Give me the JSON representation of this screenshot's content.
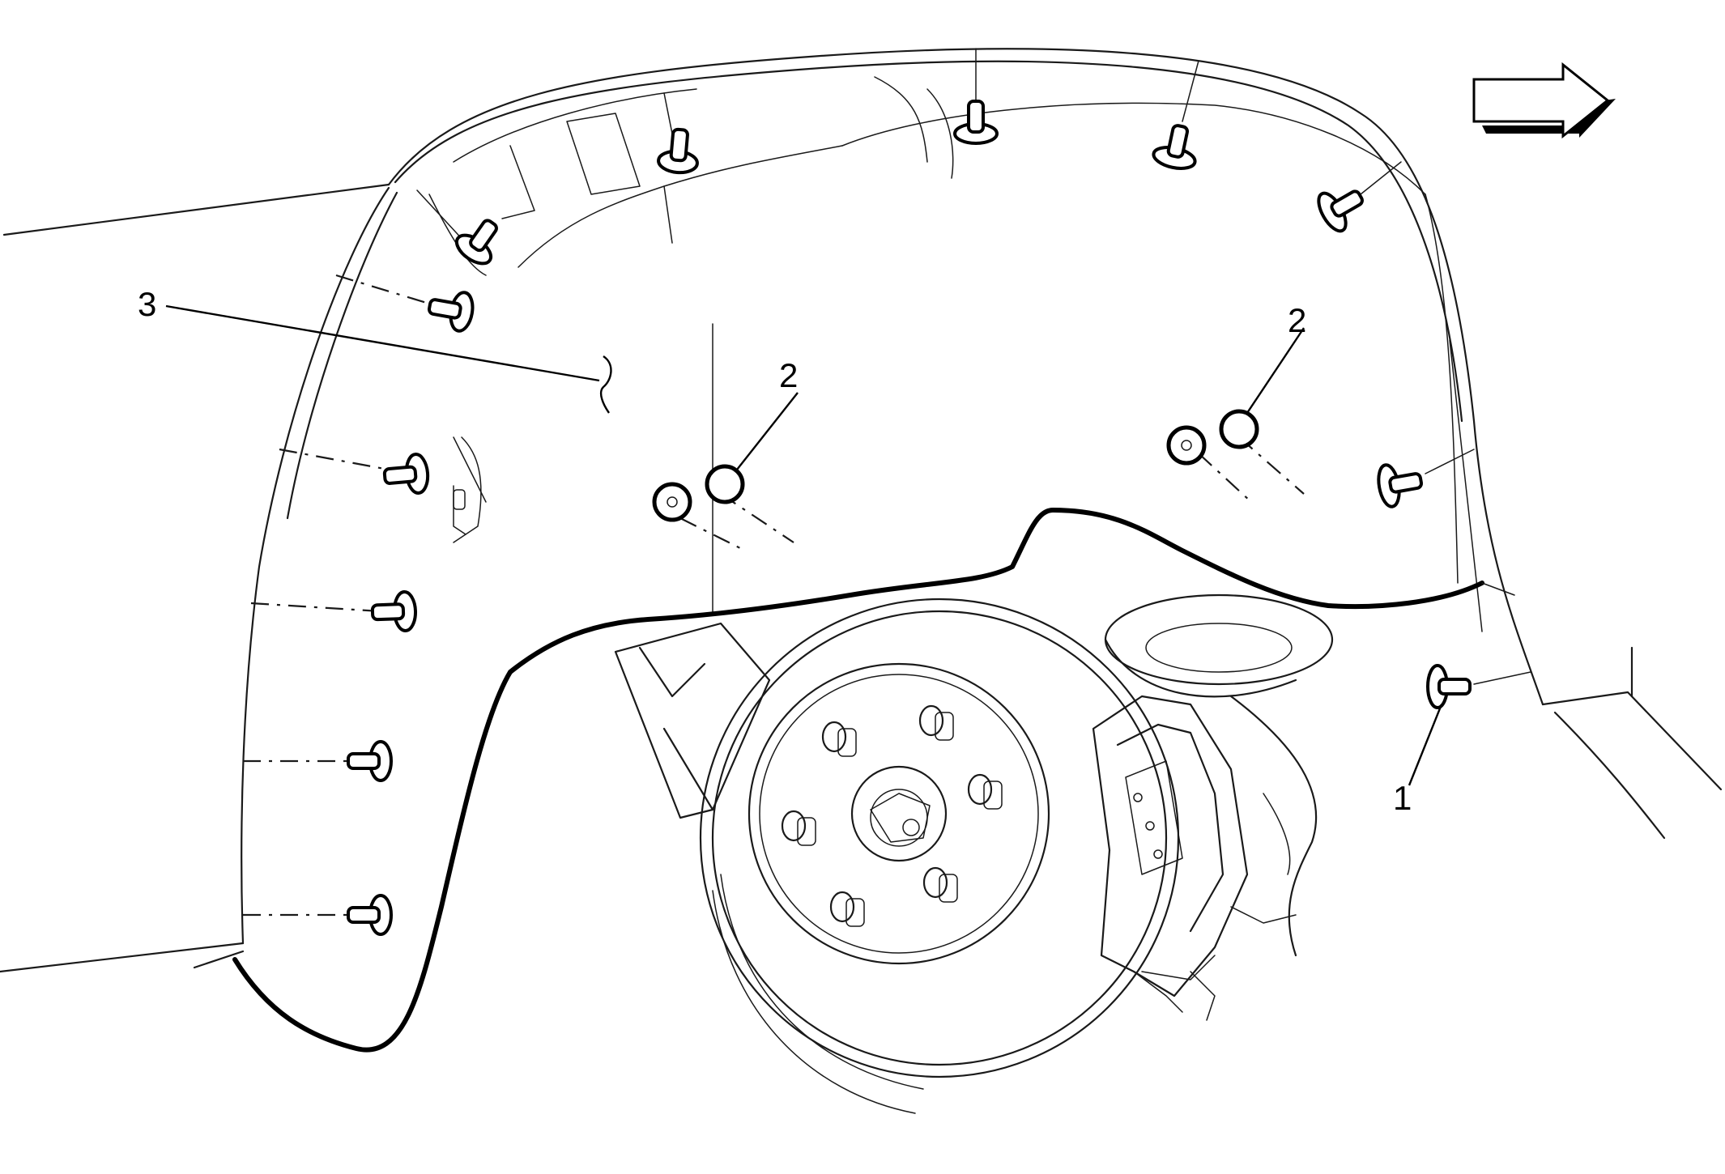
{
  "callouts": {
    "fastener": "1",
    "plug_left": "2",
    "plug_right": "2",
    "liner": "3"
  },
  "direction_indicator": {
    "icon": "arrow-right-icon"
  },
  "colors": {
    "line": "#000000",
    "background": "#ffffff"
  }
}
